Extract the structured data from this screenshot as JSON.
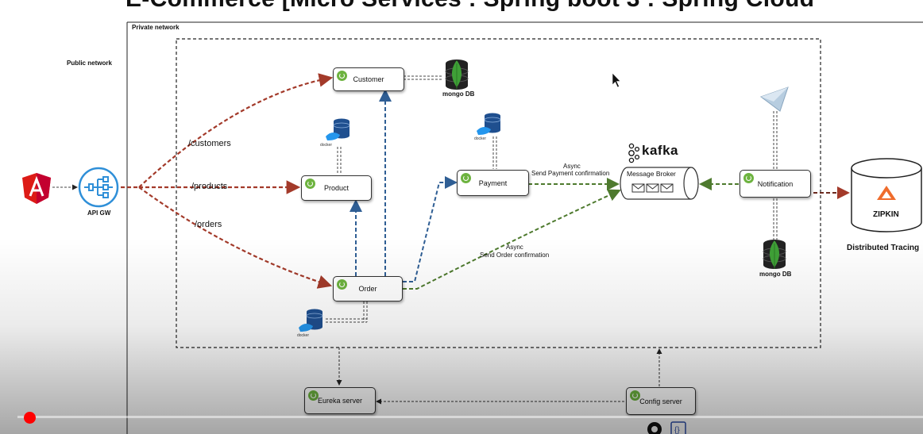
{
  "title": "E-Commerce [Micro Services : Spring boot 3 : Spring Cloud",
  "zones": {
    "private_network": "Private network",
    "public_network": "Public network"
  },
  "gateway": {
    "label": "API GW",
    "client_icon": "angular-icon",
    "gateway_icon": "api-gateway-icon"
  },
  "routes": {
    "customers": "/customers",
    "products": "/products",
    "orders": "/orders"
  },
  "services": {
    "customer": "Customer",
    "product": "Product",
    "order": "Order",
    "payment": "Payment",
    "notification": "Notification",
    "message_broker": "Message Broker",
    "eureka": "Eureka server",
    "config": "Config server"
  },
  "databases": {
    "mongo_customer": "mongo DB",
    "mongo_notification": "mongo DB"
  },
  "docker_label": "docker",
  "kafka": "kafka",
  "async": {
    "payment_title": "Async",
    "payment_desc": "Send Payment confirmation",
    "order_title": "Async",
    "order_desc": "Send Order confirmation"
  },
  "zipkin": {
    "label": "ZIPKIN",
    "caption": "Distributed Tracing"
  },
  "colors": {
    "route_red": "#a33a2a",
    "sync_blue": "#2f5e94",
    "async_green": "#4e7a2e",
    "spring_green": "#6db33f",
    "angular_red": "#dd1b16",
    "gateway_blue": "#2f8fd8",
    "mongo_green": "#3fa037",
    "zipkin_orange": "#ef6c2c",
    "progress_red": "#ff0000"
  },
  "player": {
    "played_fraction": 0.0
  }
}
